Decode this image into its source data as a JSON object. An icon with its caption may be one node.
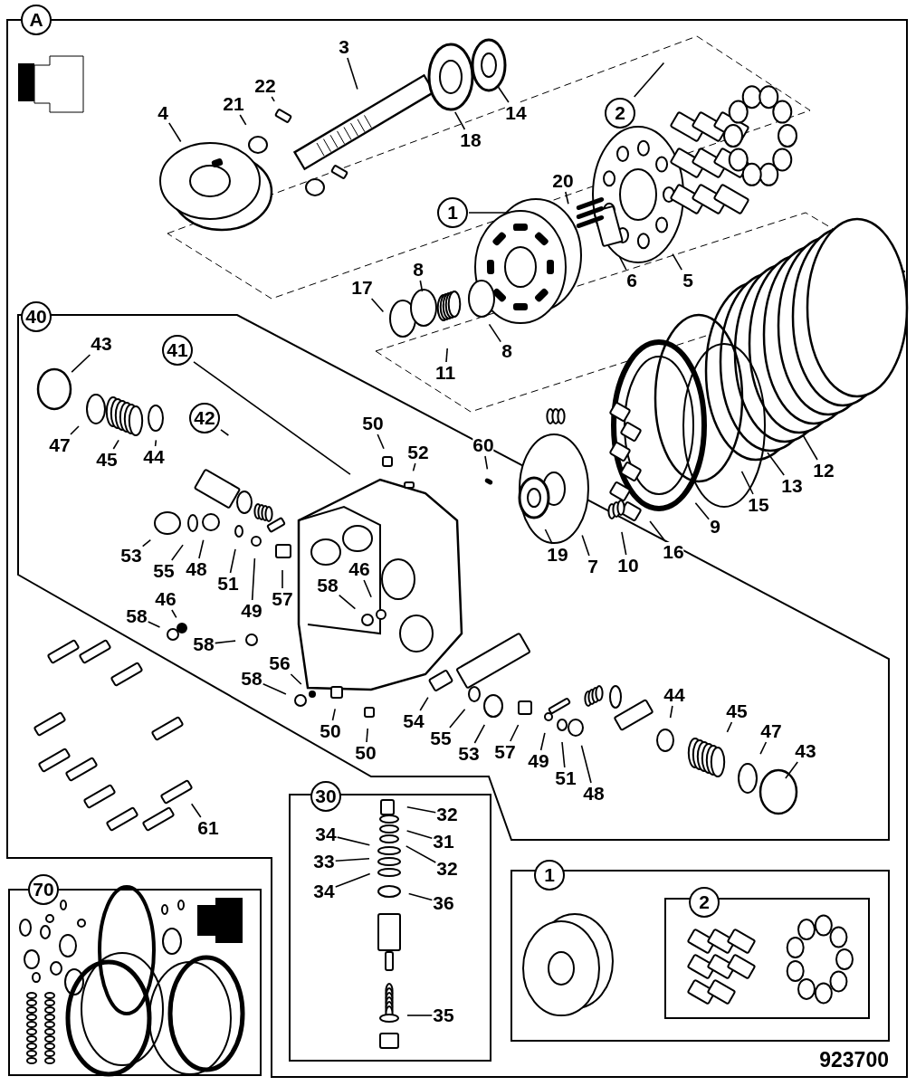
{
  "diagram": {
    "nodes": [
      {
        "text": [
          "A"
        ]
      },
      {
        "text": [
          "3"
        ]
      },
      {
        "text": [
          "22"
        ]
      },
      {
        "text": [
          "21"
        ]
      },
      {
        "text": [
          "4"
        ]
      },
      {
        "text": [
          "18"
        ]
      },
      {
        "text": [
          "14"
        ]
      },
      {
        "text": [
          "2"
        ]
      },
      {
        "text": [
          "1"
        ]
      },
      {
        "text": [
          "20"
        ]
      },
      {
        "text": [
          "6"
        ]
      },
      {
        "text": [
          "5"
        ]
      },
      {
        "text": [
          "8"
        ]
      },
      {
        "text": [
          "17"
        ]
      },
      {
        "text": [
          "11"
        ]
      },
      {
        "text": [
          "8"
        ]
      },
      {
        "text": [
          "40"
        ]
      },
      {
        "text": [
          "43"
        ]
      },
      {
        "text": [
          "41"
        ]
      },
      {
        "text": [
          "42"
        ]
      },
      {
        "text": [
          "47"
        ]
      },
      {
        "text": [
          "45"
        ]
      },
      {
        "text": [
          "44"
        ]
      },
      {
        "text": [
          "50"
        ]
      },
      {
        "text": [
          "52"
        ]
      },
      {
        "text": [
          "60"
        ]
      },
      {
        "text": [
          "53"
        ]
      },
      {
        "text": [
          "55"
        ]
      },
      {
        "text": [
          "48"
        ]
      },
      {
        "text": [
          "51"
        ]
      },
      {
        "text": [
          "49"
        ]
      },
      {
        "text": [
          "57"
        ]
      },
      {
        "text": [
          "58"
        ]
      },
      {
        "text": [
          "46"
        ]
      },
      {
        "text": [
          "46"
        ]
      },
      {
        "text": [
          "58"
        ]
      },
      {
        "text": [
          "58"
        ]
      },
      {
        "text": [
          "56"
        ]
      },
      {
        "text": [
          "58"
        ]
      },
      {
        "text": [
          "50"
        ]
      },
      {
        "text": [
          "50"
        ]
      },
      {
        "text": [
          "54"
        ]
      },
      {
        "text": [
          "55"
        ]
      },
      {
        "text": [
          "53"
        ]
      },
      {
        "text": [
          "57"
        ]
      },
      {
        "text": [
          "49"
        ]
      },
      {
        "text": [
          "51"
        ]
      },
      {
        "text": [
          "48"
        ]
      },
      {
        "text": [
          "44"
        ]
      },
      {
        "text": [
          "45"
        ]
      },
      {
        "text": [
          "47"
        ]
      },
      {
        "text": [
          "43"
        ]
      },
      {
        "text": [
          "61"
        ]
      },
      {
        "text": [
          "19"
        ]
      },
      {
        "text": [
          "7"
        ]
      },
      {
        "text": [
          "10"
        ]
      },
      {
        "text": [
          "16"
        ]
      },
      {
        "text": [
          "9"
        ]
      },
      {
        "text": [
          "15"
        ]
      },
      {
        "text": [
          "13"
        ]
      },
      {
        "text": [
          "12"
        ]
      },
      {
        "text": [
          "30"
        ]
      },
      {
        "text": [
          "32"
        ]
      },
      {
        "text": [
          "31"
        ]
      },
      {
        "text": [
          "34"
        ]
      },
      {
        "text": [
          "32"
        ]
      },
      {
        "text": [
          "33"
        ]
      },
      {
        "text": [
          "34"
        ]
      },
      {
        "text": [
          "36"
        ]
      },
      {
        "text": [
          "35"
        ]
      },
      {
        "text": [
          "70"
        ]
      },
      {
        "text": [
          "1"
        ]
      },
      {
        "text": [
          "2"
        ]
      }
    ],
    "edges": [
      {
        "from": 1,
        "to": null,
        "arrow": "none"
      },
      {
        "from": 2,
        "to": null,
        "arrow": "none"
      },
      {
        "from": 3,
        "to": null,
        "arrow": "none"
      },
      {
        "from": 4,
        "to": null,
        "arrow": "none"
      },
      {
        "from": 5,
        "to": null,
        "arrow": "none"
      },
      {
        "from": 6,
        "to": null,
        "arrow": "none"
      },
      {
        "from": 7,
        "to": null,
        "arrow": "none"
      },
      {
        "from": 8,
        "to": null,
        "arrow": "none"
      },
      {
        "from": 9,
        "to": null,
        "arrow": "none"
      },
      {
        "from": 10,
        "to": null,
        "arrow": "none"
      },
      {
        "from": 11,
        "to": null,
        "arrow": "none"
      },
      {
        "from": 12,
        "to": null,
        "arrow": "none"
      },
      {
        "from": 13,
        "to": null,
        "arrow": "none"
      },
      {
        "from": 14,
        "to": null,
        "arrow": "none"
      },
      {
        "from": 15,
        "to": null,
        "arrow": "none"
      },
      {
        "from": 17,
        "to": null,
        "arrow": "none"
      },
      {
        "from": 18,
        "to": null,
        "arrow": "none"
      },
      {
        "from": 19,
        "to": null,
        "arrow": "none"
      },
      {
        "from": 20,
        "to": null,
        "arrow": "none"
      },
      {
        "from": 21,
        "to": null,
        "arrow": "none"
      },
      {
        "from": 22,
        "to": null,
        "arrow": "none"
      },
      {
        "from": 23,
        "to": null,
        "arrow": "none"
      },
      {
        "from": 24,
        "to": null,
        "arrow": "none"
      },
      {
        "from": 25,
        "to": null,
        "arrow": "none"
      },
      {
        "from": 26,
        "to": null,
        "arrow": "none"
      },
      {
        "from": 27,
        "to": null,
        "arrow": "none"
      },
      {
        "from": 28,
        "to": null,
        "arrow": "none"
      },
      {
        "from": 29,
        "to": null,
        "arrow": "none"
      },
      {
        "from": 30,
        "to": null,
        "arrow": "none"
      },
      {
        "from": 31,
        "to": null,
        "arrow": "none"
      },
      {
        "from": 32,
        "to": null,
        "arrow": "none"
      },
      {
        "from": 33,
        "to": null,
        "arrow": "none"
      },
      {
        "from": 34,
        "to": null,
        "arrow": "none"
      },
      {
        "from": 35,
        "to": null,
        "arrow": "none"
      },
      {
        "from": 36,
        "to": null,
        "arrow": "none"
      },
      {
        "from": 37,
        "to": null,
        "arrow": "none"
      },
      {
        "from": 38,
        "to": null,
        "arrow": "none"
      },
      {
        "from": 39,
        "to": null,
        "arrow": "none"
      },
      {
        "from": 40,
        "to": null,
        "arrow": "none"
      },
      {
        "from": 41,
        "to": null,
        "arrow": "none"
      },
      {
        "from": 42,
        "to": null,
        "arrow": "none"
      },
      {
        "from": 43,
        "to": null,
        "arrow": "none"
      },
      {
        "from": 44,
        "to": null,
        "arrow": "none"
      },
      {
        "from": 45,
        "to": null,
        "arrow": "none"
      },
      {
        "from": 46,
        "to": null,
        "arrow": "none"
      },
      {
        "from": 47,
        "to": null,
        "arrow": "none"
      },
      {
        "from": 48,
        "to": null,
        "arrow": "none"
      },
      {
        "from": 49,
        "to": null,
        "arrow": "none"
      },
      {
        "from": 50,
        "to": null,
        "arrow": "none"
      },
      {
        "from": 51,
        "to": null,
        "arrow": "none"
      },
      {
        "from": 52,
        "to": null,
        "arrow": "none"
      },
      {
        "from": 53,
        "to": null,
        "arrow": "none"
      },
      {
        "from": 54,
        "to": null,
        "arrow": "none"
      },
      {
        "from": 55,
        "to": null,
        "arrow": "none"
      },
      {
        "from": 56,
        "to": null,
        "arrow": "none"
      },
      {
        "from": 57,
        "to": null,
        "arrow": "none"
      },
      {
        "from": 58,
        "to": null,
        "arrow": "none"
      },
      {
        "from": 59,
        "to": null,
        "arrow": "none"
      },
      {
        "from": 60,
        "to": null,
        "arrow": "none"
      },
      {
        "from": 62,
        "to": null,
        "arrow": "none"
      },
      {
        "from": 63,
        "to": null,
        "arrow": "none"
      },
      {
        "from": 64,
        "to": null,
        "arrow": "none"
      },
      {
        "from": 65,
        "to": null,
        "arrow": "none"
      },
      {
        "from": 66,
        "to": null,
        "arrow": "none"
      },
      {
        "from": 67,
        "to": null,
        "arrow": "none"
      },
      {
        "from": 68,
        "to": null,
        "arrow": "none"
      },
      {
        "from": 69,
        "to": null,
        "arrow": "none"
      }
    ],
    "labels": [
      "923700"
    ]
  }
}
